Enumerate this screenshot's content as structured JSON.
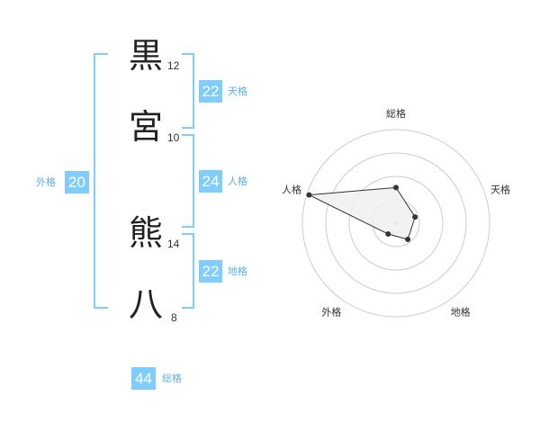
{
  "name": {
    "characters": [
      {
        "char": "黒",
        "strokes": "12"
      },
      {
        "char": "宮",
        "strokes": "10"
      },
      {
        "char": "熊",
        "strokes": "14"
      },
      {
        "char": "八",
        "strokes": "8"
      }
    ]
  },
  "fortune": {
    "tenkaku": {
      "label": "天格",
      "value": "22"
    },
    "jinkaku": {
      "label": "人格",
      "value": "24"
    },
    "chikaku": {
      "label": "地格",
      "value": "22"
    },
    "gaikaku": {
      "label": "外格",
      "value": "20"
    },
    "soukaku": {
      "label": "総格",
      "value": "44"
    }
  },
  "colors": {
    "accent": "#7fcdfb",
    "label": "#5ab0e8",
    "text": "#222222",
    "radar_fill": "#f0f0f0",
    "radar_line": "#333333",
    "grid": "#cccccc"
  },
  "chart_data": {
    "type": "radar",
    "axes": [
      "総格",
      "天格",
      "地格",
      "外格",
      "人格"
    ],
    "series": [
      {
        "values": [
          1.6,
          0.9,
          0.9,
          0.6,
          4.1
        ]
      }
    ],
    "rlim": [
      0,
      4.2
    ],
    "rings": 4,
    "grid": true
  }
}
